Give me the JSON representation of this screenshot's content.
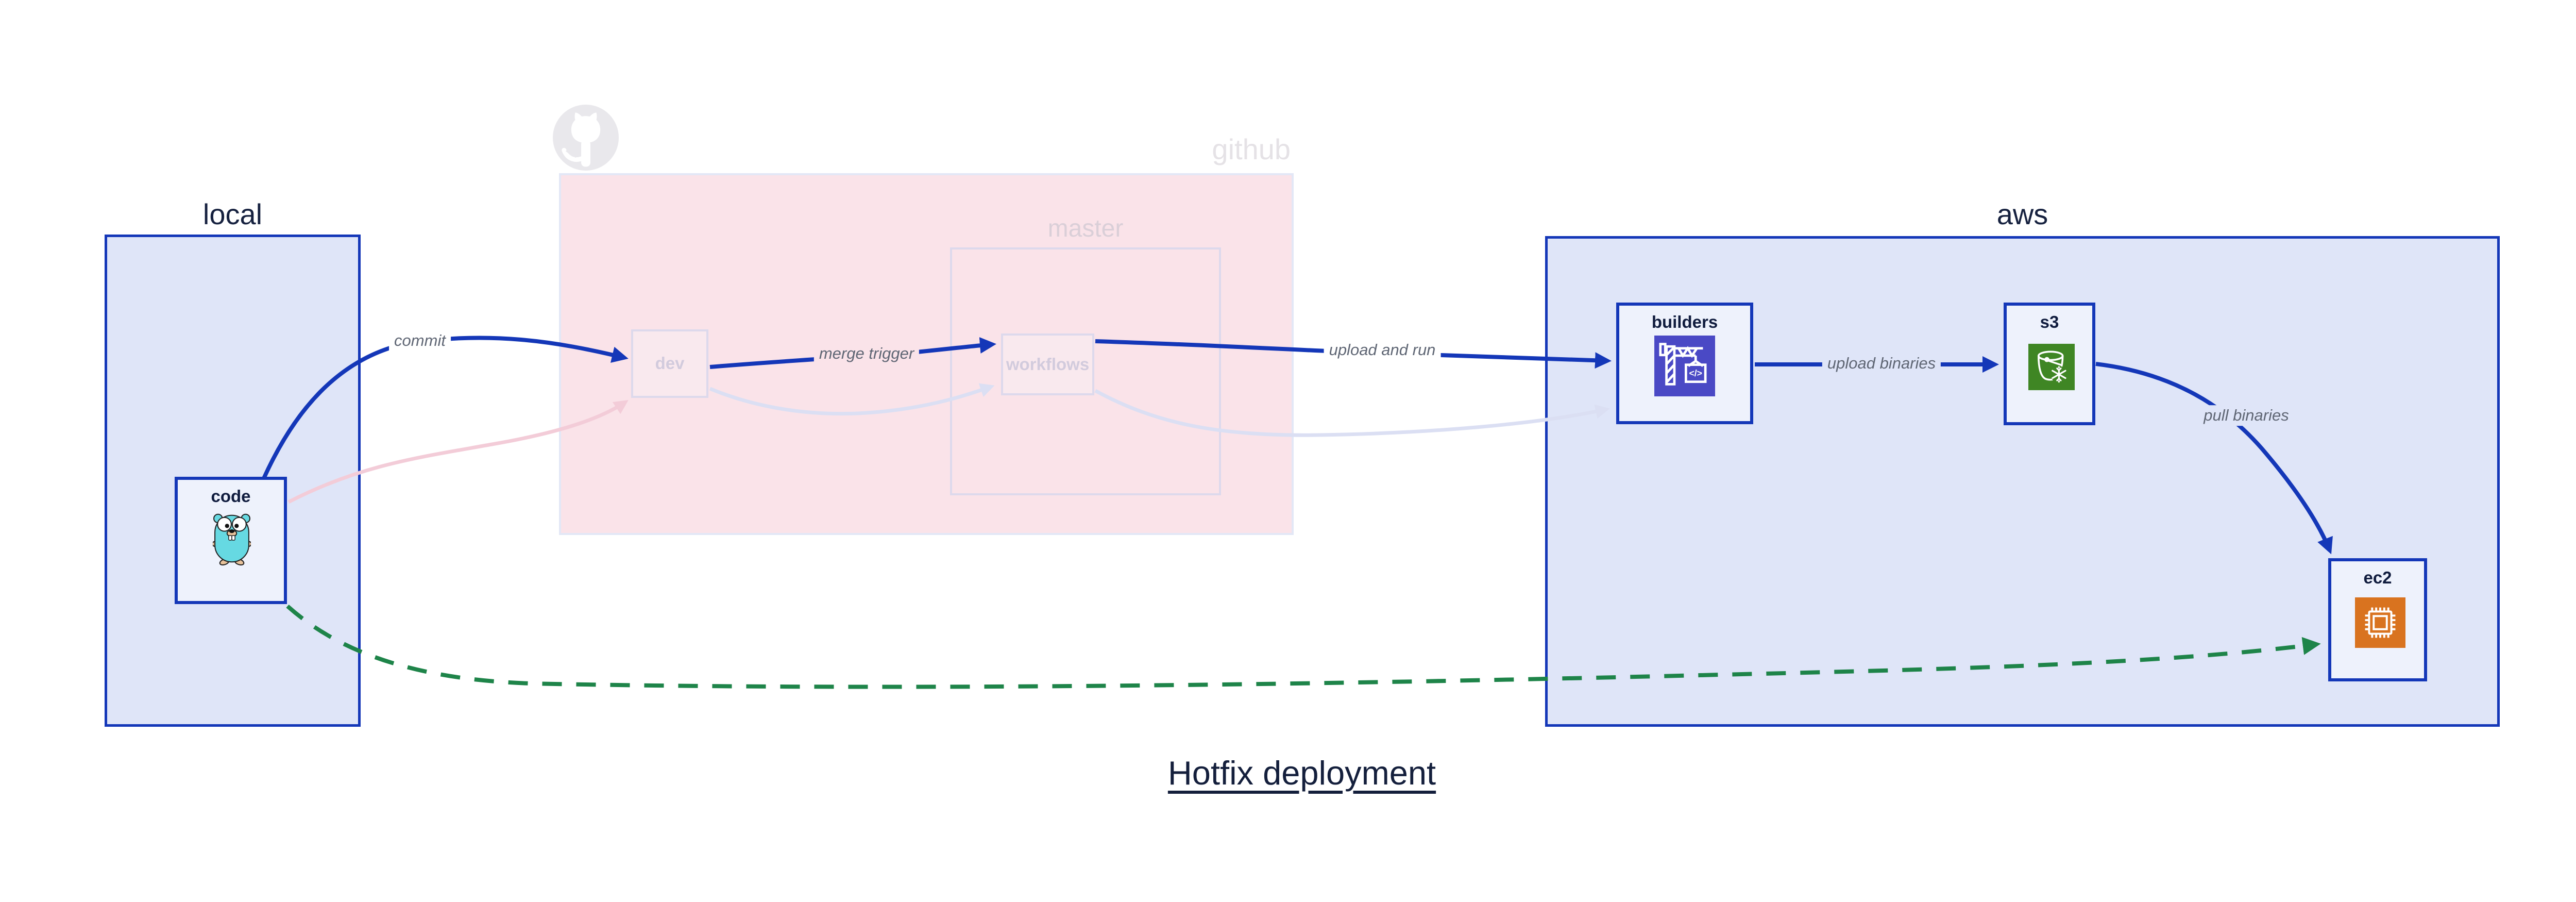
{
  "title": {
    "text": "Hotfix deployment"
  },
  "groups": {
    "local": {
      "label": "local"
    },
    "github": {
      "label": "github",
      "master_label": "master"
    },
    "aws": {
      "label": "aws"
    }
  },
  "nodes": {
    "code": {
      "label": "code",
      "icon": "go-gopher-icon"
    },
    "dev": {
      "label": "dev"
    },
    "workflows": {
      "label": "workflows"
    },
    "builders": {
      "label": "builders",
      "icon": "codebuild-crane-icon"
    },
    "s3": {
      "label": "s3",
      "icon": "s3-glacier-bucket-icon"
    },
    "ec2": {
      "label": "ec2",
      "icon": "ec2-chip-icon"
    }
  },
  "edges": {
    "commit": {
      "label": "commit",
      "style": "solid-blue"
    },
    "merge_trigger": {
      "label": "merge trigger",
      "style": "solid-blue"
    },
    "upload_and_run": {
      "label": "upload and run",
      "style": "solid-blue"
    },
    "upload_binaries": {
      "label": "upload binaries",
      "style": "solid-blue"
    },
    "pull_binaries": {
      "label": "pull binaries",
      "style": "solid-blue"
    },
    "code_to_ec2": {
      "label": "",
      "style": "dashed-green"
    }
  },
  "colors": {
    "accent_blue": "#1437b8",
    "navy_text": "#101c3e",
    "group_fill": "#dfe5f8",
    "node_fill": "#eef2fc",
    "github_pink": "#fae3e9",
    "faded_border": "#ddd9ec",
    "edge_label_gray": "#5f6674",
    "hotfix_green": "#1e8449",
    "codebuild_indigo": "#4a49c5",
    "s3_green": "#3f8624",
    "ec2_orange": "#d9731f",
    "gopher_teal": "#66d9e2"
  }
}
